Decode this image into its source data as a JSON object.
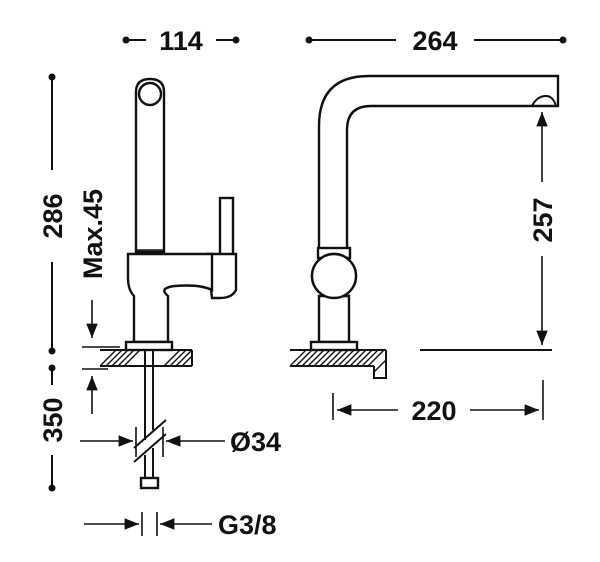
{
  "dimensions": {
    "side_width": "114",
    "front_width": "264",
    "total_height": "286",
    "lever_angle": "Max.45",
    "spout_height": "257",
    "reach": "220",
    "hose_length": "350",
    "hole_diameter": "Ø34",
    "connection": "G3/8"
  }
}
